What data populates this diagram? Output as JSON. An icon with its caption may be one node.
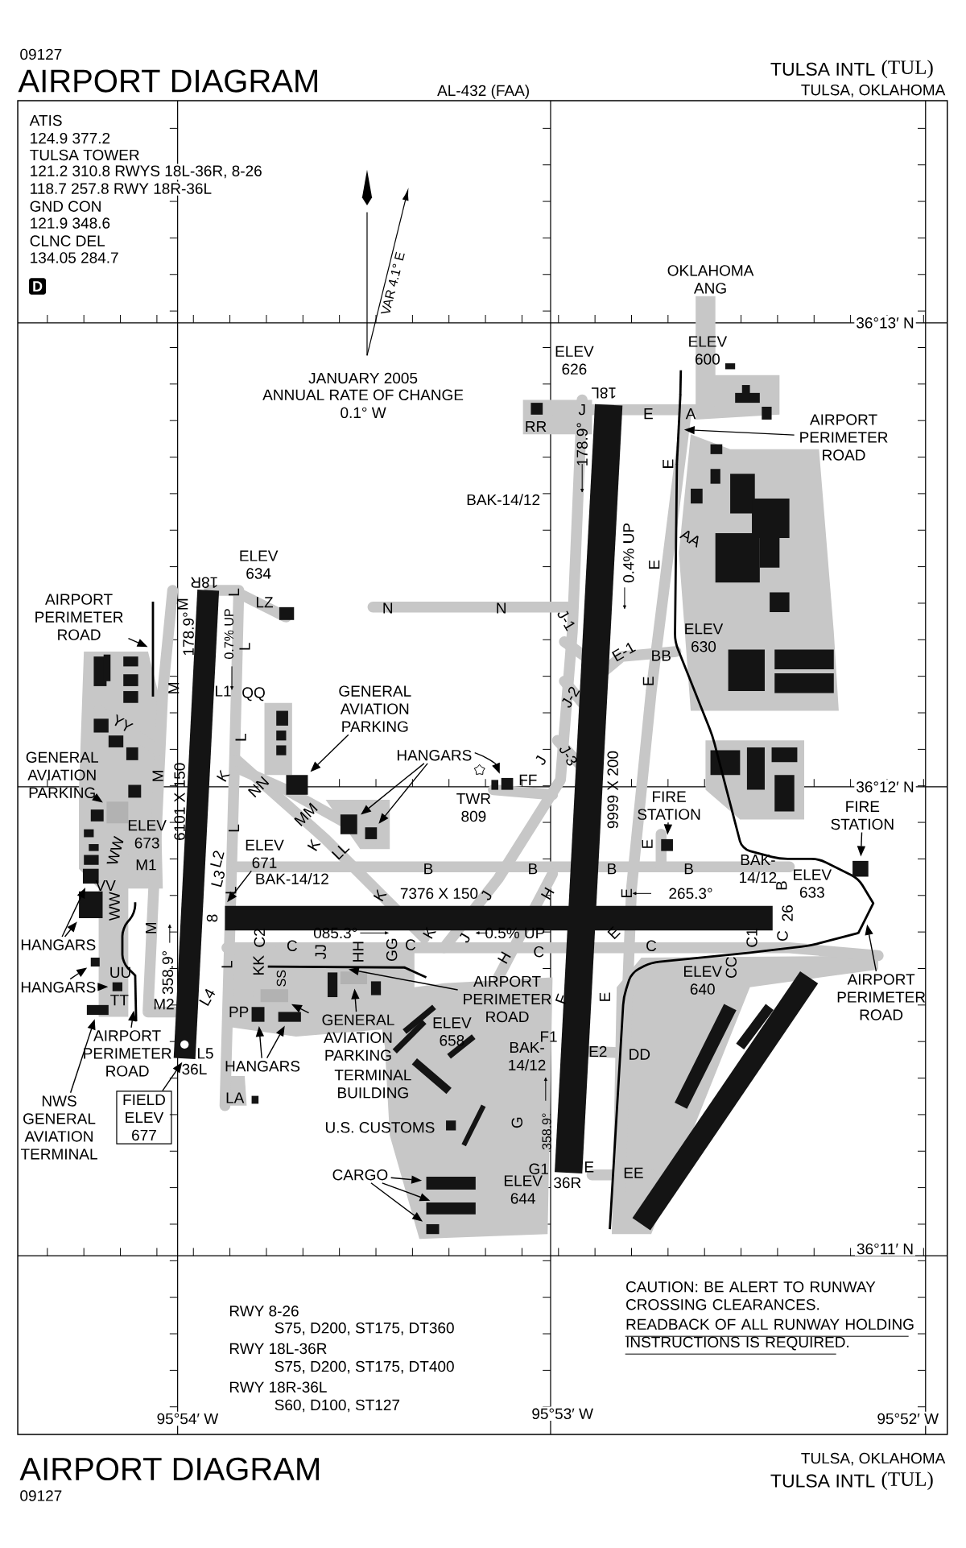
{
  "diagram": {
    "title": "AIRPORT DIAGRAM",
    "nodes": [
      {
        "text": [],
        "shape": "bar"
      },
      {
        "text": [
          "AIRPORT PERIMETER ROAD"
        ]
      },
      {
        "text": [],
        "shape": "bar"
      },
      {
        "text": [
          "AIRPORT PERIMETER ROAD"
        ]
      },
      {
        "text": [
          "GENERAL AVIATION PARKING"
        ]
      },
      {
        "text": [
          "HANGARS"
        ]
      },
      {
        "text": [
          "GENERAL AVIATION PARKING"
        ]
      },
      {
        "text": [],
        "shape": "box"
      },
      {
        "text": [
          "FIRE STATION"
        ]
      },
      {
        "text": [
          "FIRE STATION"
        ]
      },
      {
        "text": [],
        "shape": "box"
      },
      {
        "text": [],
        "shape": "box"
      },
      {
        "text": [],
        "shape": "box"
      },
      {
        "text": [
          "ELEV 671"
        ]
      },
      {
        "text": [],
        "shape": "box"
      },
      {
        "text": [],
        "shape": "box"
      },
      {
        "text": [],
        "shape": "box"
      },
      {
        "text": [],
        "shape": "bar"
      },
      {
        "text": [
          "HANGARS"
        ]
      },
      {
        "text": [],
        "shape": "box"
      },
      {
        "text": [
          "HANGARS"
        ]
      },
      {
        "text": [],
        "shape": "box"
      },
      {
        "text": [
          "AIRPORT PERIMETER ROAD"
        ]
      },
      {
        "text": [
          "AIRPORT PERIMETER ROAD"
        ]
      },
      {
        "text": [],
        "shape": "box"
      },
      {
        "text": [],
        "shape": "box"
      },
      {
        "text": [],
        "shape": "box"
      },
      {
        "text": [
          "GENERAL AVIATION PARKING"
        ]
      },
      {
        "text": [
          "AIRPORT PERIMETER ROAD"
        ]
      },
      {
        "text": [
          "HANGARS"
        ]
      },
      {
        "text": [
          "FIELD ELEV 677"
        ]
      },
      {
        "text": [
          "NWS GENERAL AVIATION TERMINAL"
        ]
      },
      {
        "text": [
          "CARGO"
        ]
      },
      {
        "text": [],
        "shape": "box"
      },
      {
        "text": [],
        "shape": "box"
      },
      {
        "text": [],
        "shape": "box"
      },
      {
        "text": [],
        "shape": "box"
      },
      {
        "text": [],
        "shape": "box"
      },
      {
        "text": [],
        "shape": "box"
      },
      {
        "text": [],
        "shape": "box"
      },
      {
        "text": [],
        "shape": "bar"
      },
      {
        "text": [],
        "shape": "bar"
      },
      {
        "text": [],
        "shape": "bar"
      },
      {
        "text": [],
        "shape": "bar"
      },
      {
        "text": [],
        "shape": "bar"
      }
    ],
    "edges": [
      {
        "from": 1,
        "to": 40,
        "arrow": "to"
      },
      {
        "from": 3,
        "to": 41,
        "arrow": "to"
      },
      {
        "from": 4,
        "to": 36,
        "arrow": "to"
      },
      {
        "from": 5,
        "to": 10,
        "arrow": "to"
      },
      {
        "from": 5,
        "to": 11,
        "arrow": "to"
      },
      {
        "from": 5,
        "to": 7,
        "arrow": "to"
      },
      {
        "from": 6,
        "to": 37,
        "arrow": "to"
      },
      {
        "from": 8,
        "to": 12,
        "arrow": "to"
      },
      {
        "from": 9,
        "to": 14,
        "arrow": "to"
      },
      {
        "from": 13,
        "to": 17,
        "arrow": "to"
      },
      {
        "from": 18,
        "to": 15,
        "arrow": "to"
      },
      {
        "from": 18,
        "to": 16,
        "arrow": "to"
      },
      {
        "from": 20,
        "to": 19,
        "arrow": "to"
      },
      {
        "from": 20,
        "to": 21,
        "arrow": "to"
      },
      {
        "from": 22,
        "to": 42,
        "arrow": "to"
      },
      {
        "from": 23,
        "to": 43,
        "arrow": "to"
      },
      {
        "from": 27,
        "to": 38,
        "arrow": "to"
      },
      {
        "from": 27,
        "to": 39,
        "arrow": "to"
      },
      {
        "from": 28,
        "to": 44,
        "arrow": "to"
      },
      {
        "from": 29,
        "to": 25,
        "arrow": "to"
      },
      {
        "from": 29,
        "to": 26,
        "arrow": "to"
      },
      {
        "from": 30,
        "to": 2,
        "arrow": "to"
      },
      {
        "from": 31,
        "to": 24,
        "arrow": "to"
      },
      {
        "from": 32,
        "to": 33,
        "arrow": "to"
      },
      {
        "from": 32,
        "to": 34,
        "arrow": "to"
      },
      {
        "from": 32,
        "to": 35,
        "arrow": "to"
      }
    ],
    "labels": [
      "09127",
      "AL-432 (FAA)",
      "TULSA INTL",
      "(TUL)",
      "TULSA, OKLAHOMA",
      "ATIS",
      "124.9 377.2",
      "TULSA TOWER",
      "121.2 310.8 RWYS 18L-36R, 8-26",
      "118.7 257.8 RWY 18R-36L",
      "GND CON",
      "121.9 348.6",
      "CLNC DEL",
      "134.05 284.7",
      "D",
      "VAR 4.1° E",
      "JANUARY 2005",
      "ANNUAL RATE OF CHANGE",
      "0.1° W",
      "OKLAHOMA ANG",
      "36°13′ N",
      "ELEV 626",
      "ELEV 600",
      "18L",
      "RR",
      "J",
      "E",
      "A",
      "178.9°",
      "E",
      "BAK-14/12",
      "AA",
      "0.4% UP",
      "E",
      "ELEV 634",
      "18R",
      "L",
      "M",
      "LZ",
      "N",
      "N",
      "J-1",
      "178.9°",
      "0.7% UP",
      "L",
      "E-1",
      "BB",
      "ELEV 630",
      "E",
      "M",
      "L1",
      "QQ",
      "J-2",
      "YY",
      "L",
      "J-3",
      "J",
      "M",
      "K",
      "NN",
      "FF",
      "36°12′ N",
      "6101 X 150",
      "9999 X 200",
      "MM",
      "TWR 809",
      "WW",
      "ELEV 673",
      "L",
      "K",
      "LL",
      "E",
      "M1",
      "L2",
      "B",
      "B",
      "B",
      "B",
      "BAK-14/12",
      "L3",
      "BAK-14/12",
      "ELEV 633",
      "VV",
      "B",
      "L",
      "K",
      "7376 X 150",
      "J",
      "H",
      "E",
      "265.3°",
      "WW",
      "26",
      "8",
      "M",
      "085.3°",
      "K",
      "0.5% UP",
      "E",
      "C",
      "C2",
      "J",
      "C1",
      "C",
      "C",
      "C",
      "C",
      "JJ",
      "HH",
      "GG",
      "H",
      "KK",
      "L",
      "ELEV 640",
      "CC",
      "UU",
      "358.9°",
      "SS",
      "TT",
      "M2",
      "L4",
      "F",
      "E",
      "PP",
      "ELEV 658",
      "F1",
      "L5",
      "BAK-14/12",
      "E2",
      "DD",
      "36L",
      "TERMINAL BUILDING",
      "LA",
      "G",
      "U.S. CUSTOMS",
      "358.9°",
      "G1",
      "E",
      "EE",
      "36R",
      "ELEV 644",
      "36°11′ N",
      "CAUTION: BE ALERT TO RUNWAY CROSSING CLEARANCES.",
      "READBACK OF ALL RUNWAY HOLDING INSTRUCTIONS IS REQUIRED.",
      "RWY 8-26",
      "S75, D200, ST175, DT360",
      "RWY 18L-36R",
      "S75, D200, ST175, DT400",
      "RWY 18R-36L",
      "S60, D100, ST127",
      "95°54′ W",
      "95°53′ W",
      "95°52′ W",
      "AIRPORT DIAGRAM",
      "09127",
      "TULSA, OKLAHOMA",
      "TULSA INTL",
      "(TUL)"
    ]
  }
}
